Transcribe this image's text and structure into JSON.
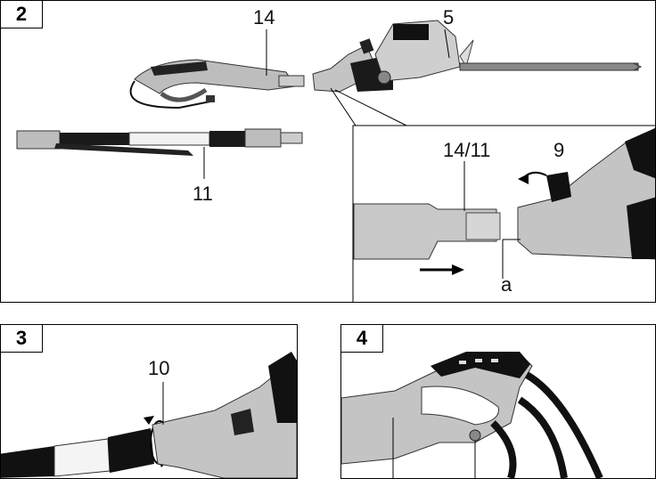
{
  "figure2": {
    "number": "2",
    "labels": {
      "handle": "14",
      "motor": "5",
      "pole": "11",
      "inset_part": "14/11",
      "latch": "9",
      "slot": "a"
    }
  },
  "figure3": {
    "number": "3",
    "labels": {
      "ring": "10"
    }
  },
  "figure4": {
    "number": "4"
  }
}
